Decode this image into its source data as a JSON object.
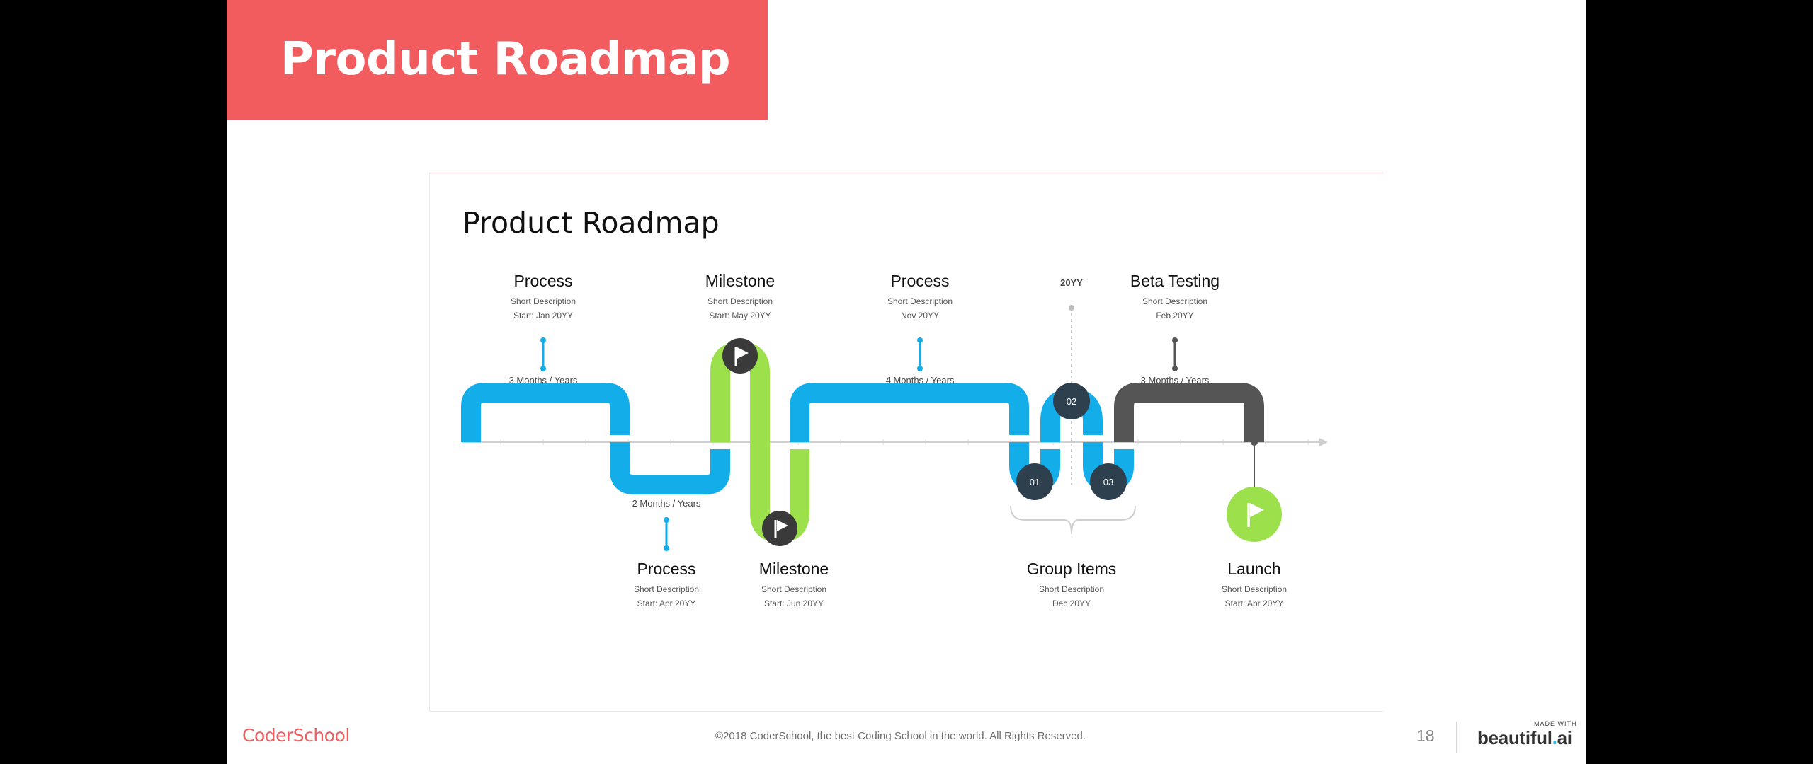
{
  "slide": {
    "title": "Product Roadmap"
  },
  "embedded": {
    "title": "Product Roadmap",
    "items": [
      {
        "id": "process-1",
        "title": "Process",
        "desc": "Short Description",
        "date": "Start: Jan 20YY",
        "duration": "3 Months / Years",
        "flag": false
      },
      {
        "id": "milestone-1",
        "title": "Milestone",
        "desc": "Short Description",
        "date": "Start: May 20YY",
        "flag": true
      },
      {
        "id": "process-3",
        "title": "Process",
        "desc": "Short Description",
        "date": "Nov 20YY",
        "duration": "4 Months / Years",
        "flag": false
      },
      {
        "id": "year-marker",
        "title": "20YY"
      },
      {
        "id": "beta-testing",
        "title": "Beta Testing",
        "desc": "Short Description",
        "date": "Feb 20YY",
        "duration": "3 Months / Years"
      },
      {
        "id": "process-2",
        "title": "Process",
        "desc": "Short Description",
        "date": "Start: Apr 20YY",
        "duration": "2 Months / Years"
      },
      {
        "id": "milestone-2",
        "title": "Milestone",
        "desc": "Short Description",
        "date": "Start: Jun 20YY",
        "flag": true
      },
      {
        "id": "group-items",
        "title": "Group Items",
        "desc": "Short Description",
        "date": "Dec 20YY"
      },
      {
        "id": "launch",
        "title": "Launch",
        "desc": "Short Description",
        "date": "Start: Apr 20YY",
        "flag": true
      }
    ],
    "group_nodes": [
      "01",
      "02",
      "03"
    ],
    "colors": {
      "blue": "#13aeea",
      "green": "#9ce04b",
      "dark": "#555555",
      "node": "#2e3f4d"
    }
  },
  "footer": {
    "brand": "CoderSchool",
    "copyright": "©2018 CoderSchool, the best Coding School in the world. All Rights Reserved.",
    "page": "18",
    "made_with": "MADE WITH",
    "beautiful": "beautiful",
    "ai_dot": ".",
    "ai": "ai"
  }
}
